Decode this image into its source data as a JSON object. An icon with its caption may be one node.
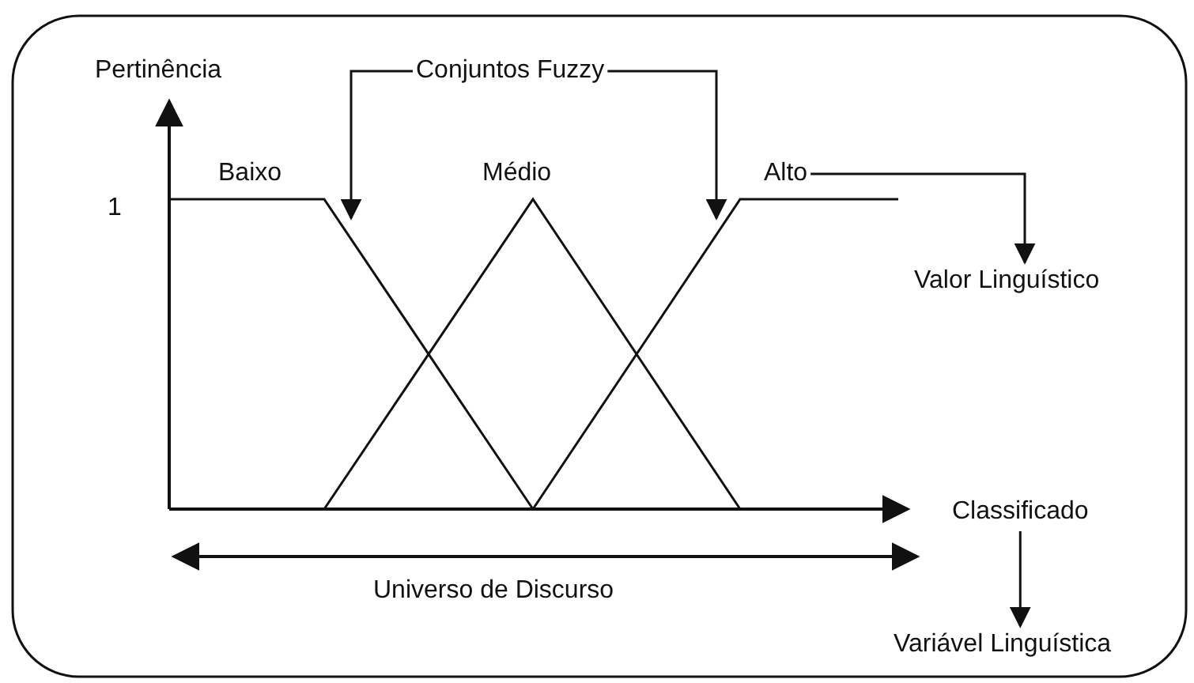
{
  "diagram": {
    "nodes": [
      {
        "text": [
          "Conjuntos Fuzzy"
        ]
      },
      {
        "text": [
          "Alto"
        ]
      },
      {
        "text": [
          "Valor Linguístico"
        ]
      },
      {
        "text": [
          "Classificado"
        ]
      },
      {
        "text": [
          "Variável Linguística"
        ]
      }
    ],
    "edges": [
      {
        "from": 0,
        "to": null,
        "arrow": "to"
      },
      {
        "from": 0,
        "to": null,
        "arrow": "to"
      },
      {
        "from": 1,
        "to": 2,
        "arrow": "to"
      },
      {
        "from": 3,
        "to": 4,
        "arrow": "to"
      }
    ],
    "labels": [
      "Pertinência",
      "1",
      "Baixo",
      "Médio",
      "Universo de Discurso"
    ]
  }
}
